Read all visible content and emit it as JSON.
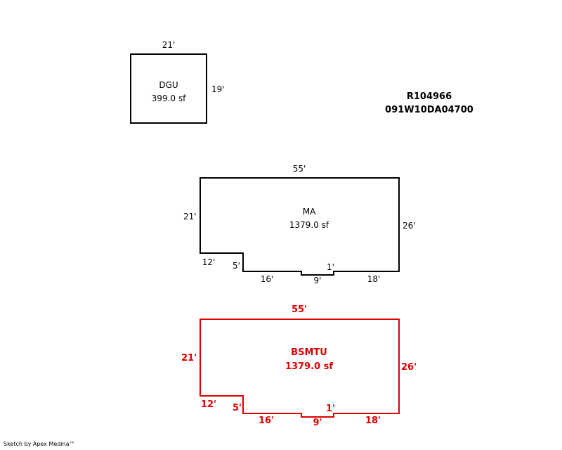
{
  "parcel": {
    "account": "R104966",
    "map_number": "091W10DA04700"
  },
  "areas": {
    "dgu": {
      "name": "DGU",
      "area": "399.0 sf",
      "dims": {
        "top": "21'",
        "right": "19'"
      }
    },
    "ma": {
      "name": "MA",
      "area": "1379.0 sf",
      "dims": {
        "top": "55'",
        "left": "21'",
        "right": "26'",
        "step_bottom": "12'",
        "step_side": "5'",
        "bottom_a": "16'",
        "notch": "9'",
        "notch_side": "1'",
        "bottom_b": "18'"
      }
    },
    "bsmtu": {
      "name": "BSMTU",
      "area": "1379.0 sf",
      "dims": {
        "top": "55'",
        "left": "21'",
        "right": "26'",
        "step_bottom": "12'",
        "step_side": "5'",
        "bottom_a": "16'",
        "notch": "9'",
        "notch_side": "1'",
        "bottom_b": "18'"
      }
    }
  },
  "colors": {
    "outline": "#000000",
    "basement": "#dd0000"
  },
  "footer": "Sketch by Apex Medina™"
}
